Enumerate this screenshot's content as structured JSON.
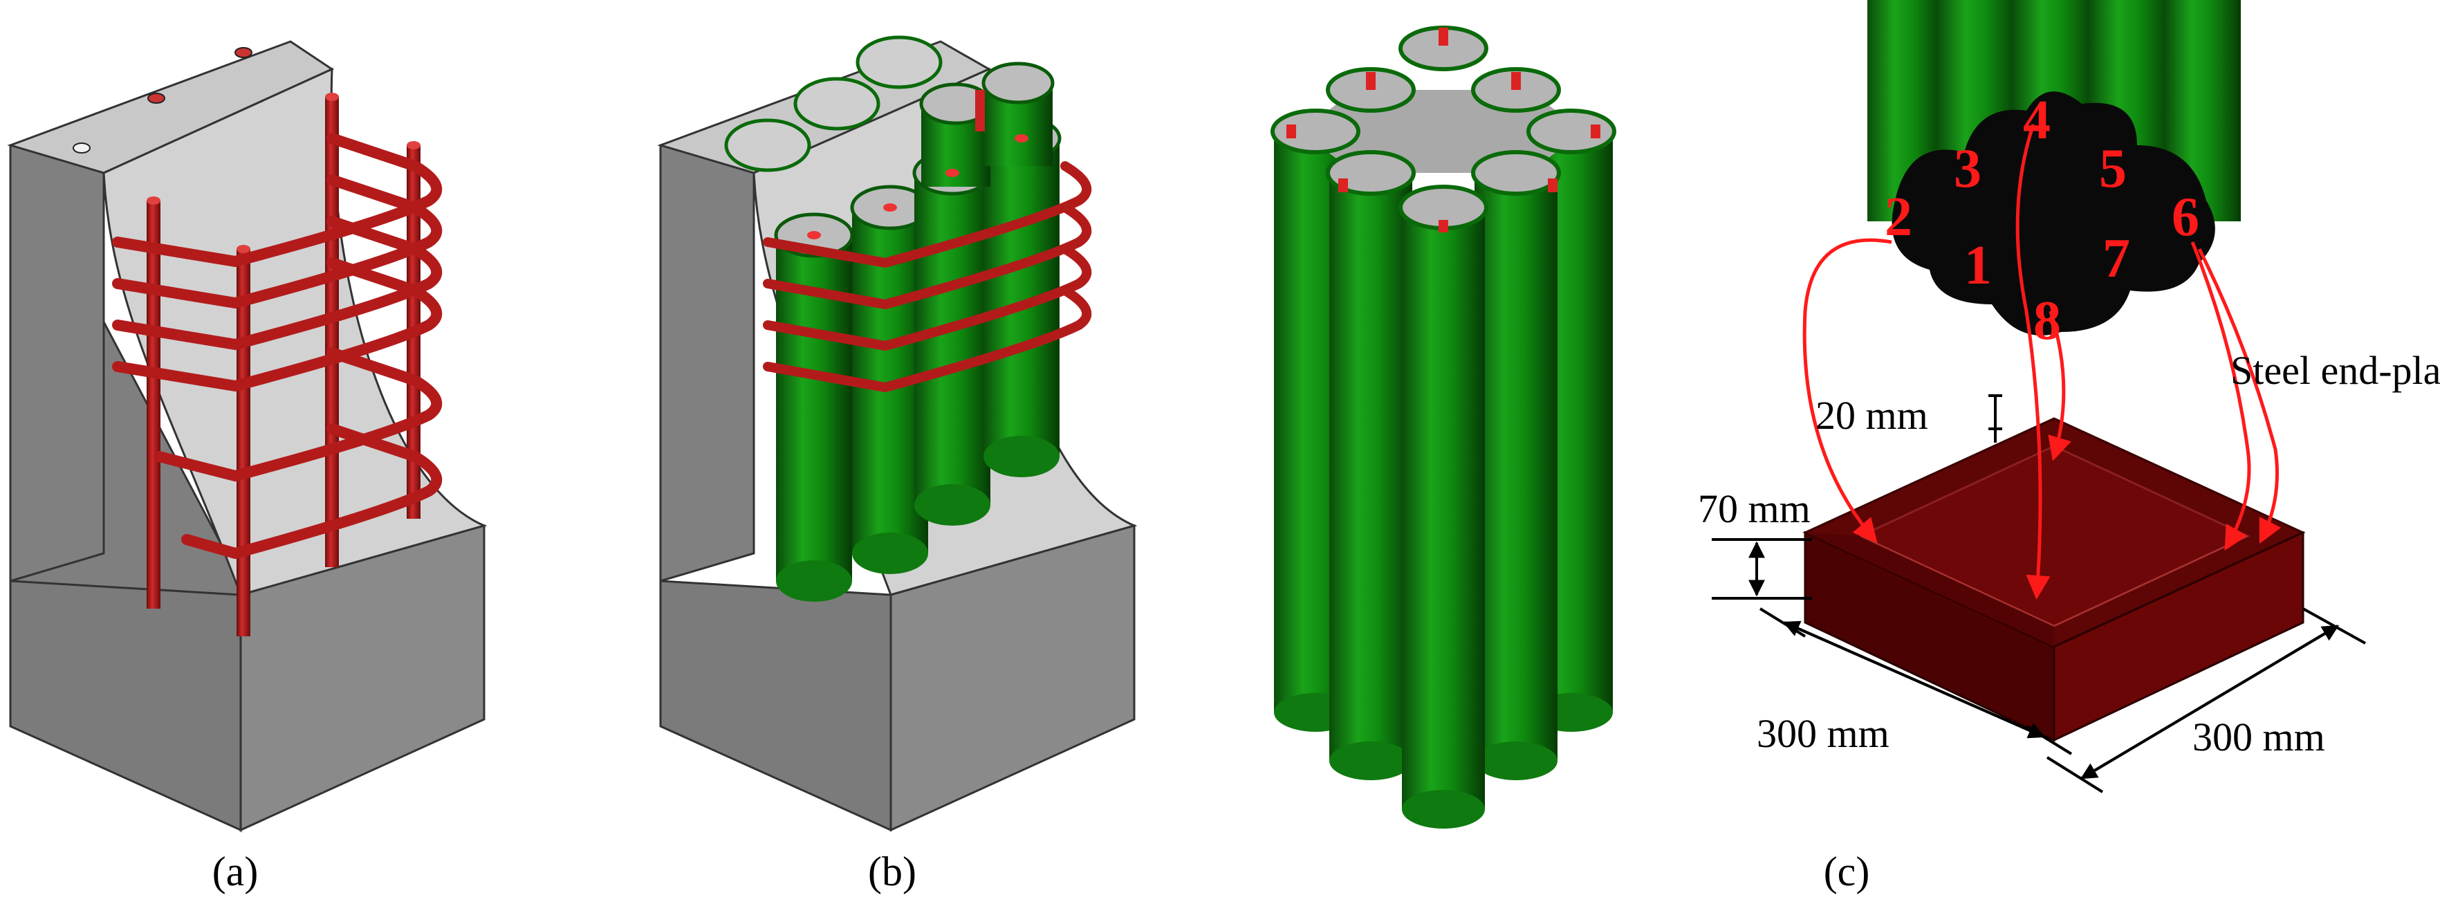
{
  "panels": [
    {
      "id": "a",
      "caption": "(a)"
    },
    {
      "id": "b",
      "caption": "(b)"
    },
    {
      "id": "c",
      "caption": "(c)"
    }
  ],
  "tube_numbers": [
    "1",
    "2",
    "3",
    "4",
    "5",
    "6",
    "7",
    "8"
  ],
  "labels": {
    "end_plate": "Steel end-plate",
    "plate_thickness": "20 mm",
    "rim_height": "70 mm",
    "width_left": "300 mm",
    "width_right": "300 mm"
  },
  "colors": {
    "concrete_dark": "#808080",
    "concrete_light": "#c8c8c8",
    "tube_green": "#0f8a0f",
    "tube_green_dark": "#0a5a0a",
    "rebar_red": "#b31b1b",
    "plate_brown": "#6b0606",
    "arrow_red": "#ff1a1a"
  }
}
